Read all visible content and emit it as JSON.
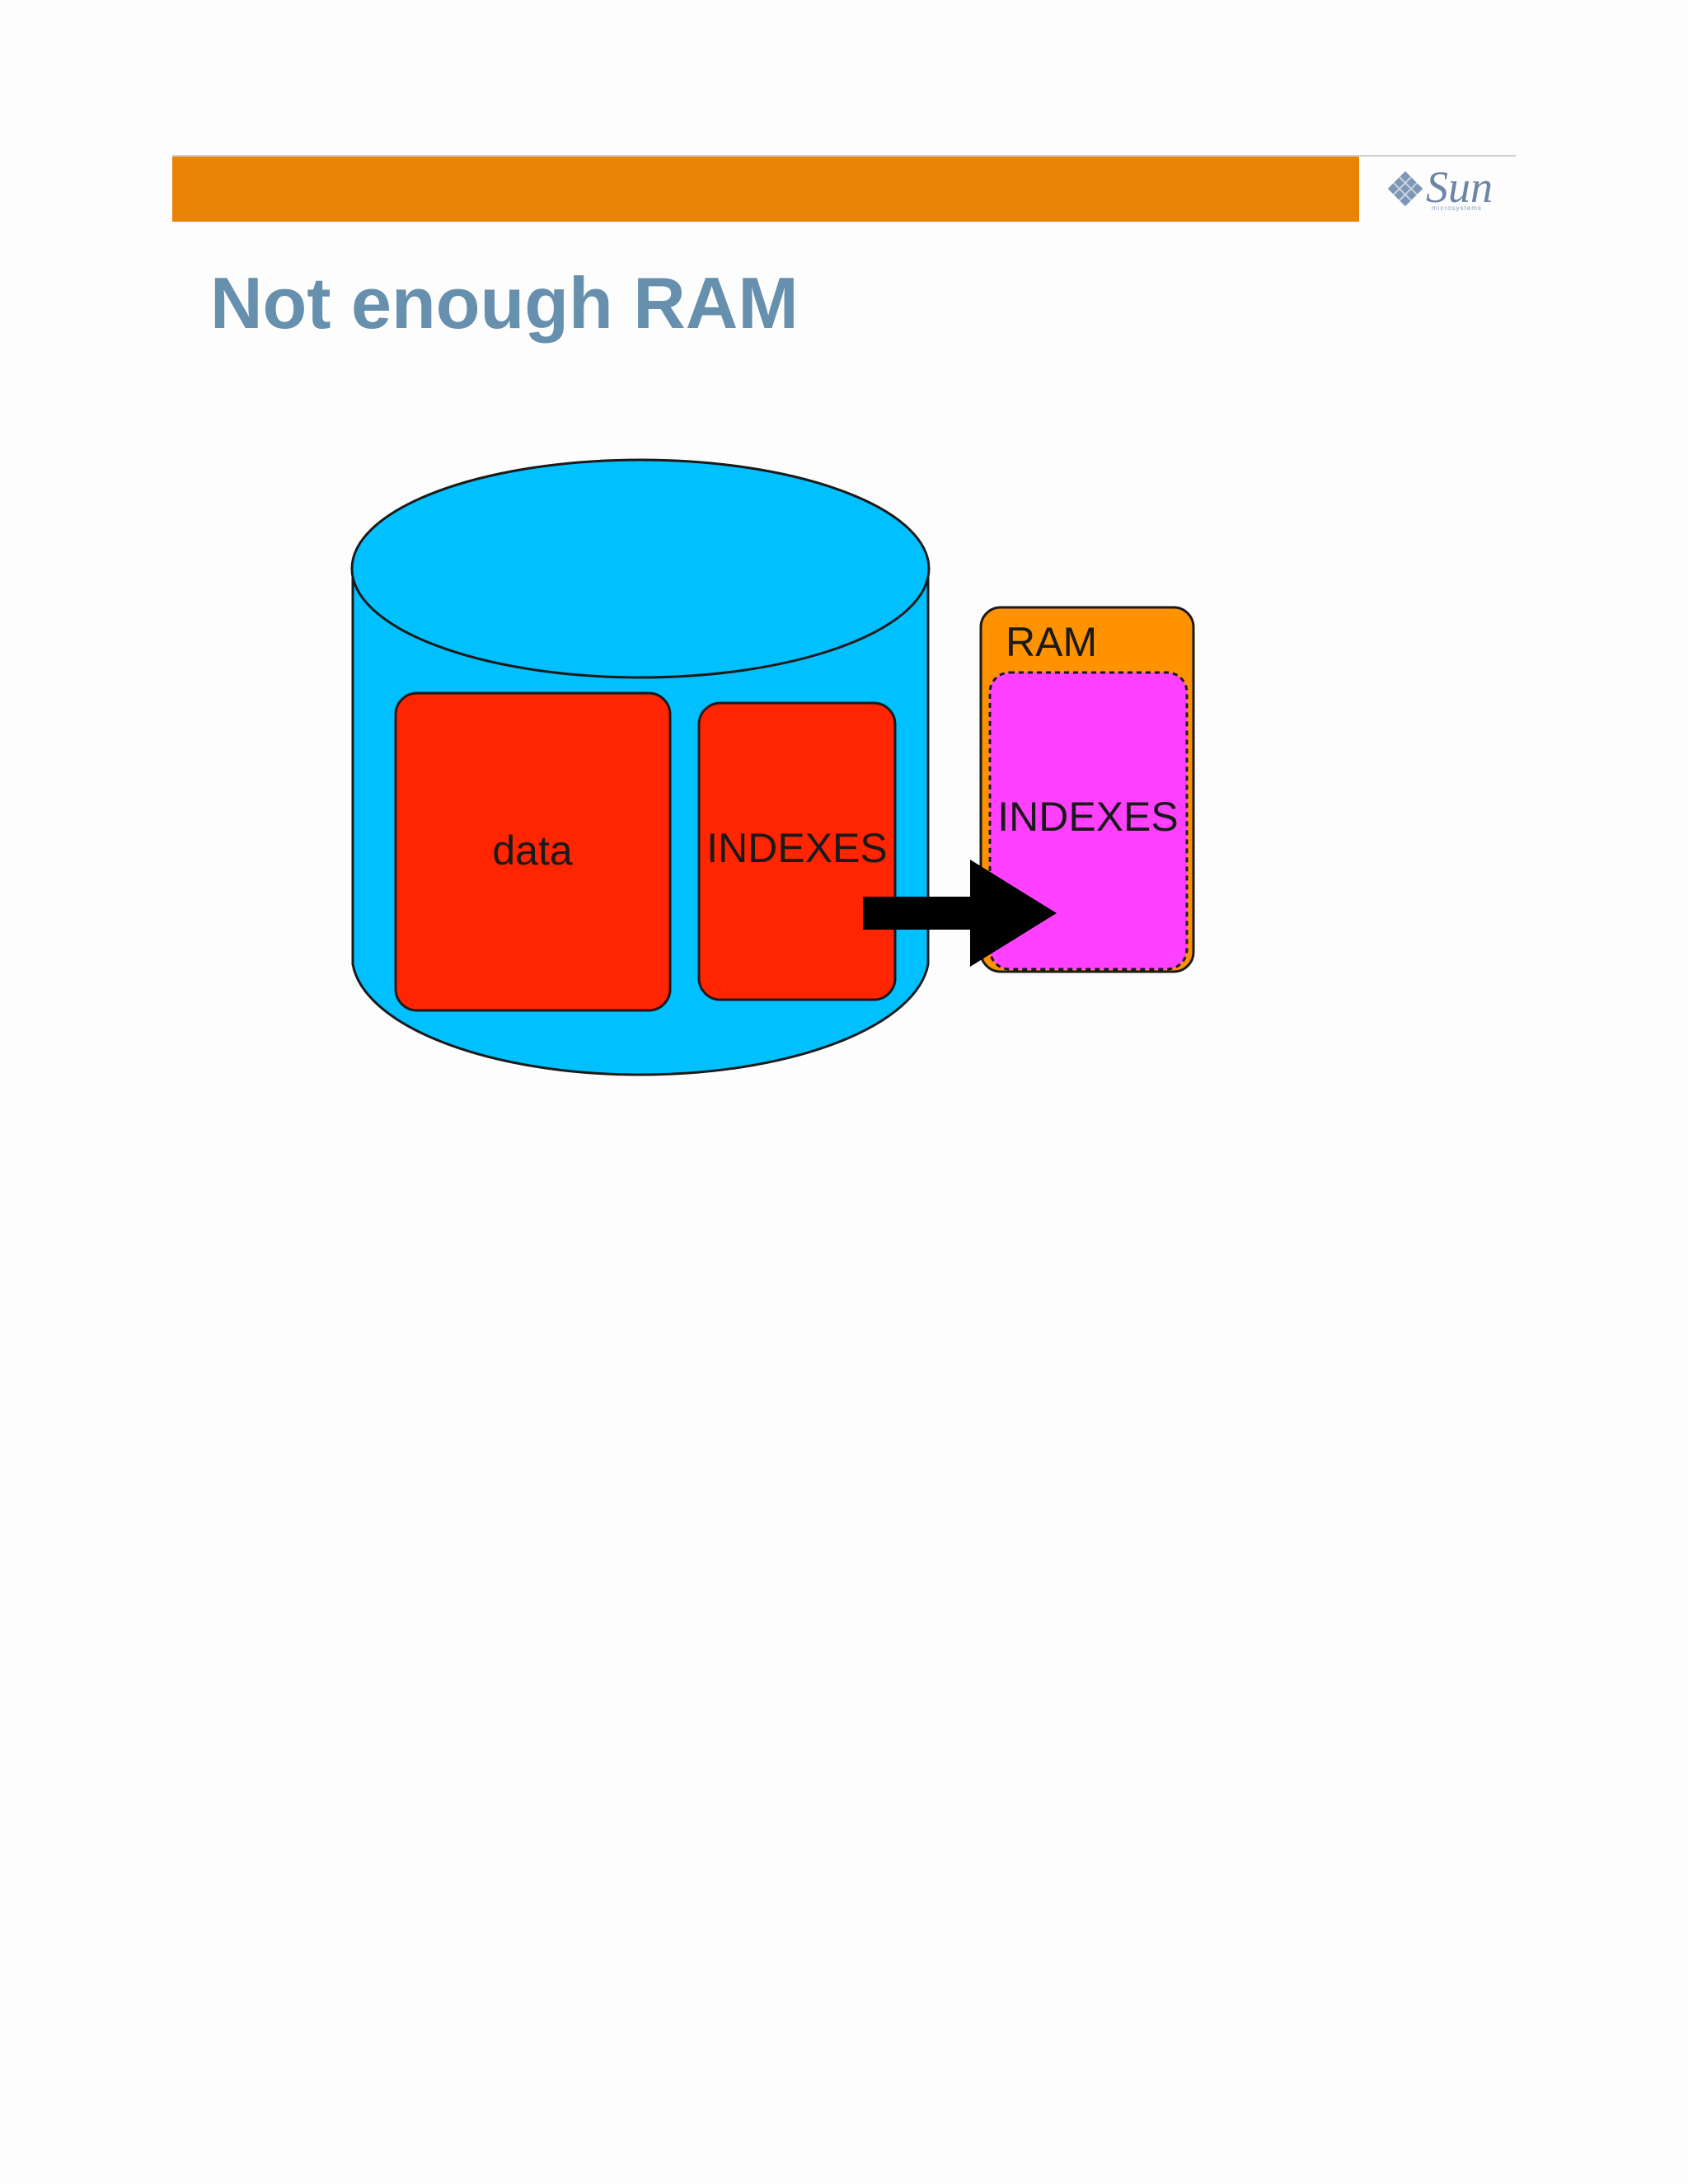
{
  "slide": {
    "title": "Not enough RAM"
  },
  "logo": {
    "text": "Sun",
    "subtext": "microsystems"
  },
  "diagram": {
    "data_block_label": "data",
    "disk_indexes_label": "INDEXES",
    "ram_label": "RAM",
    "ram_indexes_label": "INDEXES"
  },
  "colors": {
    "header_orange": "#ea8204",
    "title_blue": "#6690ad",
    "disk_cyan": "#00c0ff",
    "block_red": "#ff2500",
    "ram_orange": "#ff9200",
    "ram_magenta": "#ff40ff",
    "arrow_black": "#000000"
  }
}
